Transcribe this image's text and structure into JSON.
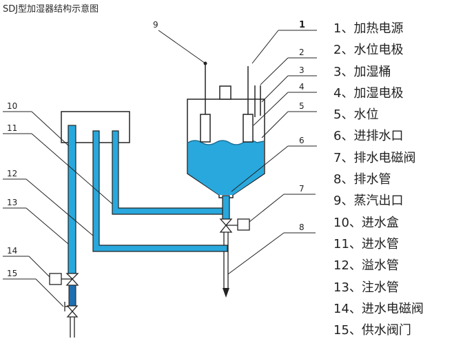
{
  "title": "SDJ型加湿器结构示意图",
  "colors": {
    "water": "#29a8dd",
    "line": "#222222"
  },
  "callouts": [
    "1",
    "2",
    "3",
    "4",
    "5",
    "6",
    "7",
    "8",
    "9",
    "10",
    "11",
    "12",
    "13",
    "14",
    "15"
  ],
  "legend": [
    "1、加热电源",
    "2、水位电极",
    "3、加湿桶",
    "4、加湿电极",
    "5、水位",
    "6、进排水口",
    "7、排水电磁阀",
    "8、排水管",
    "9、蒸汽出口",
    "10、进水盒",
    "11、进水管",
    "12、溢水管",
    "13、注水管",
    "14、进水电磁阀",
    "15、供水阀门"
  ]
}
